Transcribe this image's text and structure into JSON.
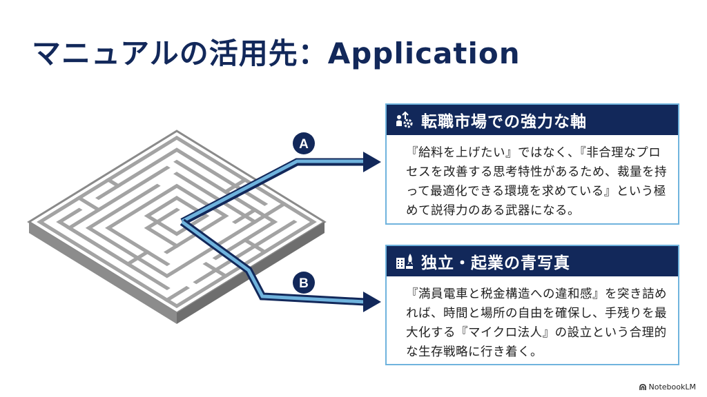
{
  "title": "マニュアルの活用先：Application",
  "branches": [
    {
      "marker": "A",
      "heading": "転職市場での強力な軸",
      "icon": "career-gears-icon",
      "body": "『給料を上げたい』ではなく、『非合理なプロセスを改善する思考特性があるため、裁量を持って最適化できる環境を求めている』という極めて説得力のある武器になる。"
    },
    {
      "marker": "B",
      "heading": "独立・起業の青写真",
      "icon": "building-rocket-icon",
      "body": "『満員電車と税金構造への違和感』を突き詰めれば、時間と場所の自由を確保し、手残りを最大化する『マイクロ法人』の設立という合理的な生存戦略に行き着く。"
    }
  ],
  "footer": {
    "brand": "NotebookLM",
    "icon": "notebooklm-logo-icon"
  },
  "colors": {
    "navy": "#12285a",
    "light_blue": "#6fb3dd",
    "maze_gray": "#9a9a9a"
  }
}
